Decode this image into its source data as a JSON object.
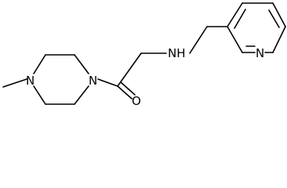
{
  "molecule": {
    "atoms": {
      "n_piperazine_left": "N",
      "n_piperazine_right": "N",
      "n_amine": "NH",
      "o_carbonyl": "O",
      "n_pyridine": "N"
    }
  }
}
